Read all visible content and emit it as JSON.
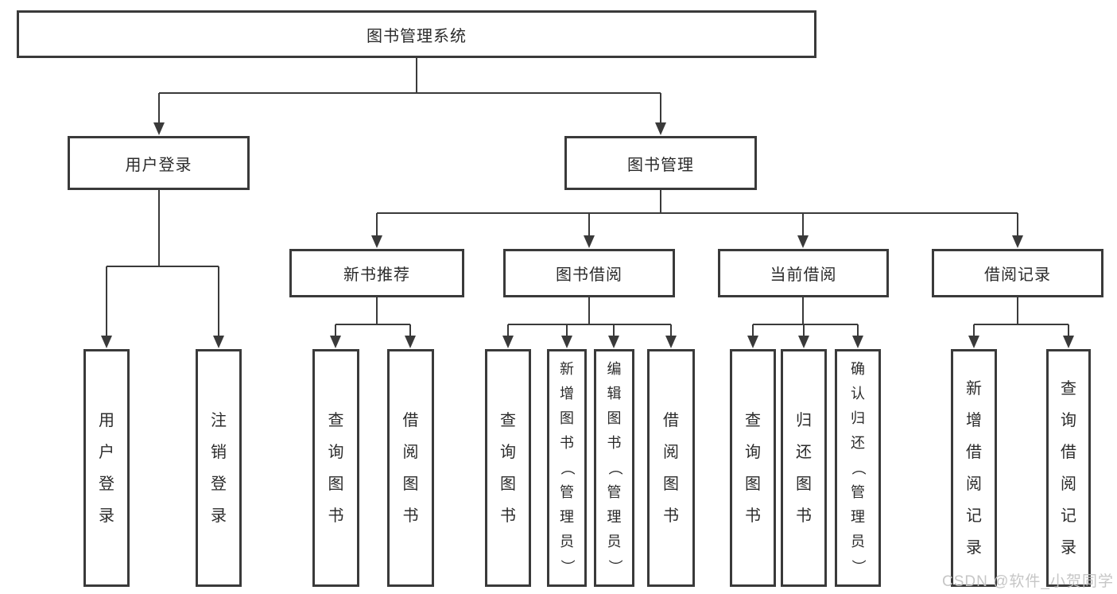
{
  "tree": {
    "root": "图书管理系统",
    "branches": [
      {
        "label": "用户登录",
        "children": [
          "用户登录",
          "注销登录"
        ]
      },
      {
        "label": "图书管理",
        "groups": [
          {
            "label": "新书推荐",
            "children": [
              "查询图书",
              "借阅图书"
            ]
          },
          {
            "label": "图书借阅",
            "children": [
              "查询图书",
              "新增图书（管理员）",
              "编辑图书（管理员）",
              "借阅图书"
            ]
          },
          {
            "label": "当前借阅",
            "children": [
              "查询图书",
              "归还图书",
              "确认归还（管理员）"
            ]
          },
          {
            "label": "借阅记录",
            "children": [
              "新增借阅记录",
              "查询借阅记录"
            ]
          }
        ]
      }
    ]
  },
  "watermark": "CSDN @软件_小贺同学",
  "colors": {
    "line": "#3a3a3a",
    "box_border": "#3a3a3a",
    "text": "#2b2b2b",
    "watermark": "#c3c3c3",
    "background": "#ffffff"
  }
}
